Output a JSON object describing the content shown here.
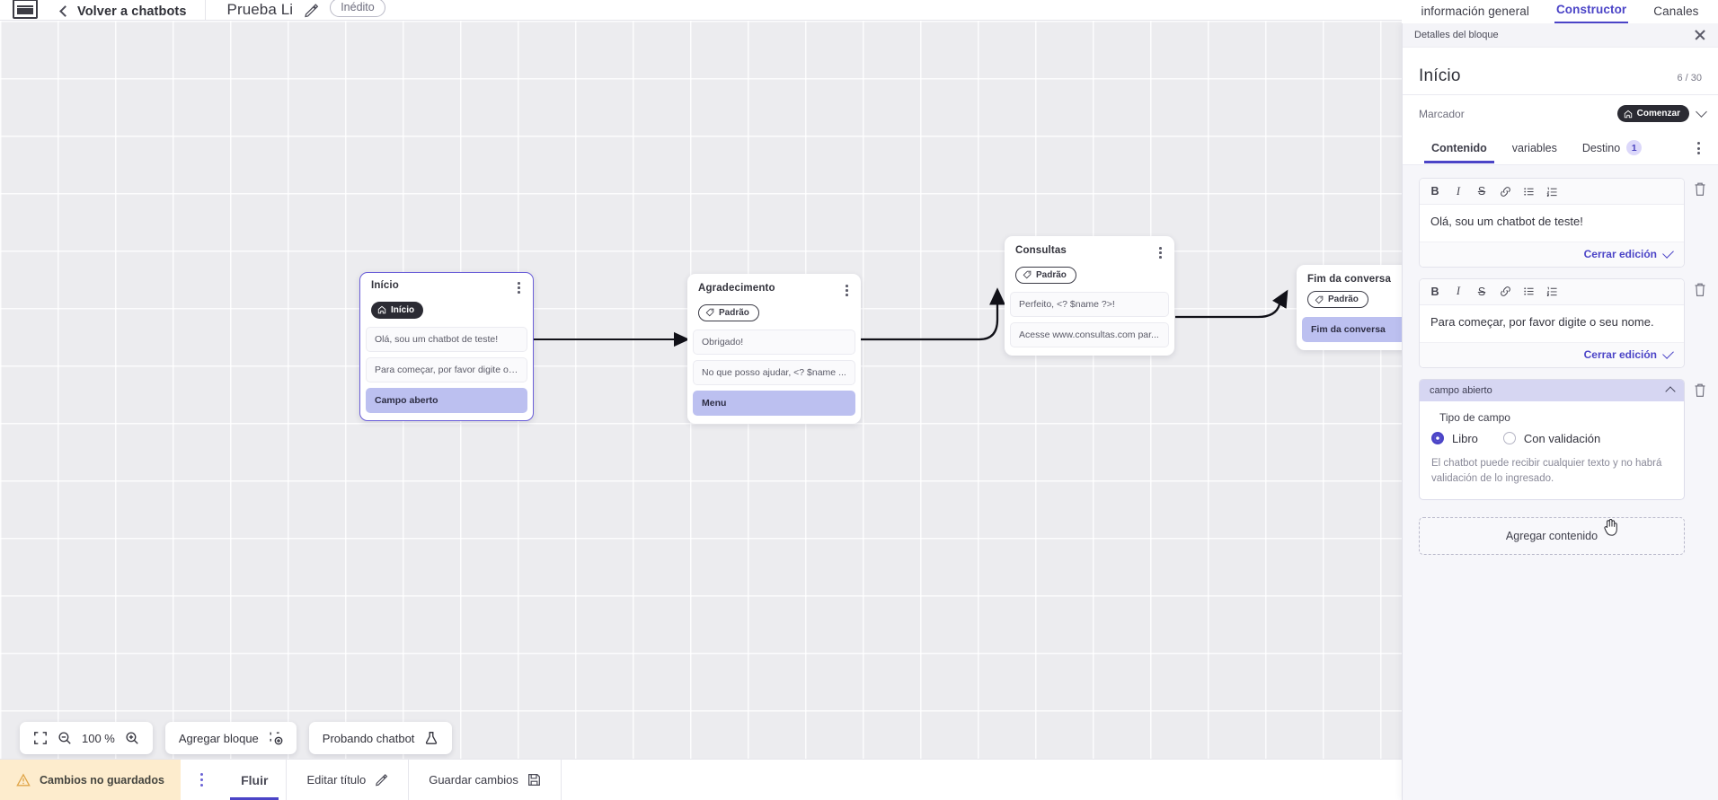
{
  "topbar": {
    "logo_icon": "app-logo-icon",
    "back_label": "Volver a chatbots",
    "chatbot_title": "Prueba Li",
    "edit_icon": "pencil-icon",
    "status_pill": "Inédito"
  },
  "panel_tabs": [
    {
      "label": "información general",
      "active": false
    },
    {
      "label": "Constructor",
      "active": true
    },
    {
      "label": "Canales",
      "active": false
    }
  ],
  "details": {
    "strip_label": "Detalles del bloque",
    "close_icon": "close-icon",
    "title": "Início",
    "char_count": "6 / 30",
    "marker_label": "Marcador",
    "marker_value": "Comenzar",
    "marker_icon": "home-icon",
    "marker_chevron": "chevron-down-icon",
    "tabs": [
      {
        "label": "Contenido",
        "active": true,
        "badge": ""
      },
      {
        "label": "variables",
        "active": false,
        "badge": ""
      },
      {
        "label": "Destino",
        "active": false,
        "badge": "1"
      }
    ],
    "overflow_icon": "kebab-menu-icon",
    "rt_tools": [
      "B",
      "I",
      "S",
      "link-icon",
      "bullet-list-icon",
      "numbered-list-icon"
    ],
    "blocks": [
      {
        "type": "richtext",
        "text": "Olá, sou um chatbot de teste!",
        "close_label": "Cerrar edición"
      },
      {
        "type": "richtext",
        "text": "Para começar, por favor digite o seu nome.",
        "close_label": "Cerrar edición"
      }
    ],
    "field_block": {
      "header": "campo abierto",
      "collapse_icon": "chevron-up-icon",
      "type_label": "Tipo de campo",
      "options": [
        {
          "label": "Libro",
          "selected": true
        },
        {
          "label": "Con validación",
          "selected": false
        }
      ],
      "help_text": "El chatbot puede recibir cualquier texto y no habrá validación de lo ingresado."
    },
    "add_content_label": "Agregar contenido",
    "delete_icon": "trash-icon"
  },
  "canvas": {
    "nodes": [
      {
        "id": "inicio",
        "title": "Início",
        "badge": {
          "label": "Início",
          "style": "start",
          "icon": "home-icon"
        },
        "selected": true,
        "items": [
          {
            "text": "Olá, sou um chatbot de teste!",
            "highlight": false
          },
          {
            "text": "Para começar, por favor digite o ...",
            "highlight": false
          },
          {
            "text": "Campo aberto",
            "highlight": true
          }
        ]
      },
      {
        "id": "agradecimento",
        "title": "Agradecimento",
        "badge": {
          "label": "Padrão",
          "style": "default",
          "icon": "tag-icon"
        },
        "selected": false,
        "items": [
          {
            "text": "Obrigado!",
            "highlight": false
          },
          {
            "text": "No que posso ajudar, <? $name ...",
            "highlight": false
          },
          {
            "text": "Menu",
            "highlight": true
          }
        ]
      },
      {
        "id": "consultas",
        "title": "Consultas",
        "badge": {
          "label": "Padrão",
          "style": "default",
          "icon": "tag-icon"
        },
        "selected": false,
        "items": [
          {
            "text": "Perfeito, <? $name ?>!",
            "highlight": false
          },
          {
            "text": "Acesse www.consultas.com par...",
            "highlight": false
          }
        ]
      },
      {
        "id": "fim",
        "title": "Fim da conversa",
        "badge": {
          "label": "Padrão",
          "style": "default",
          "icon": "tag-icon"
        },
        "selected": false,
        "items": [
          {
            "text": "Fim da conversa",
            "highlight": true
          }
        ]
      }
    ],
    "toolbar": {
      "fit_icon": "fit-screen-icon",
      "zoom_out_icon": "zoom-out-icon",
      "zoom_level": "100 %",
      "zoom_in_icon": "zoom-in-icon",
      "add_block_label": "Agregar bloque",
      "add_block_icon": "add-block-icon",
      "test_label": "Probando chatbot",
      "test_icon": "flask-icon"
    }
  },
  "bottombar": {
    "unsaved_label": "Cambios no guardados",
    "warning_icon": "warning-icon",
    "kebab_icon": "kebab-menu-icon",
    "flow_tab": "Fluir",
    "edit_title_label": "Editar título",
    "edit_title_icon": "pencil-icon",
    "save_label": "Guardar cambios",
    "save_icon": "save-icon"
  },
  "colors": {
    "accent": "#4b44c7",
    "highlight": "#bcc0f0",
    "warning_bg": "#fdeccd",
    "canvas_bg": "#ececef"
  }
}
